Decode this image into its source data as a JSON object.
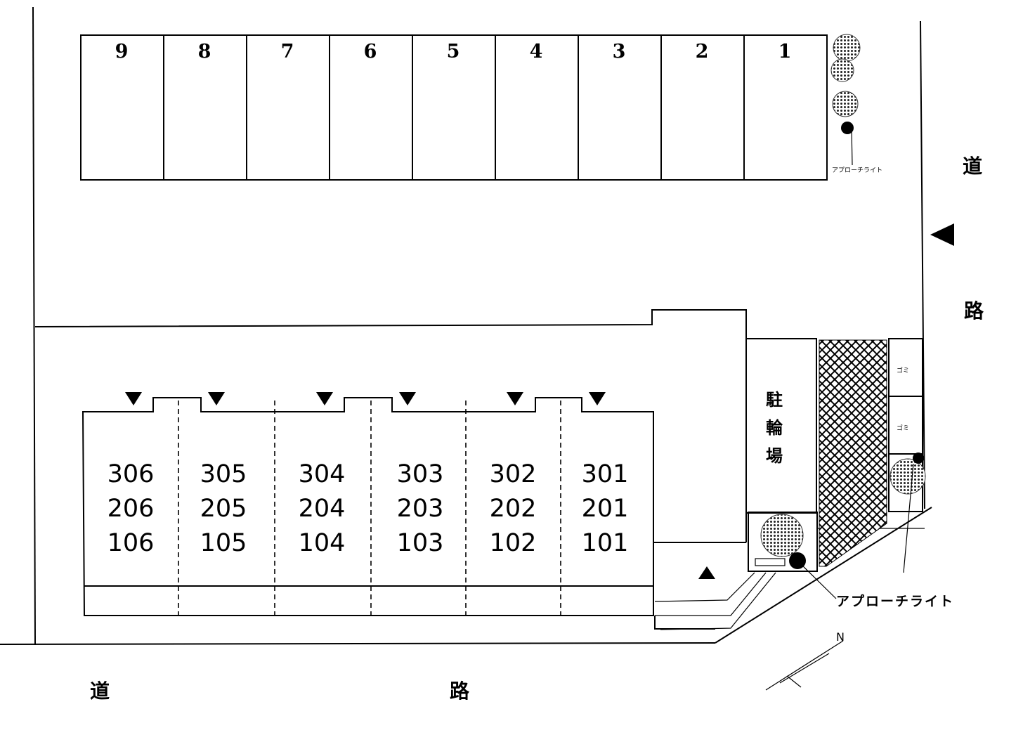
{
  "parking_spaces": [
    "9",
    "8",
    "7",
    "6",
    "5",
    "4",
    "3",
    "2",
    "1"
  ],
  "units": [
    [
      "306",
      "206",
      "106"
    ],
    [
      "305",
      "205",
      "105"
    ],
    [
      "304",
      "204",
      "104"
    ],
    [
      "303",
      "203",
      "103"
    ],
    [
      "302",
      "202",
      "102"
    ],
    [
      "301",
      "201",
      "101"
    ]
  ],
  "labels": {
    "road_right_1": "道",
    "road_right_2": "路",
    "road_bottom_1": "道",
    "road_bottom_2": "路",
    "bicycle_1": "駐",
    "bicycle_2": "輪",
    "bicycle_3": "場",
    "approach_light_small": "アプローチライト",
    "approach_light_large": "アプローチライト",
    "garbage_1": "ゴミ",
    "garbage_2": "ゴミ",
    "north": "N"
  }
}
